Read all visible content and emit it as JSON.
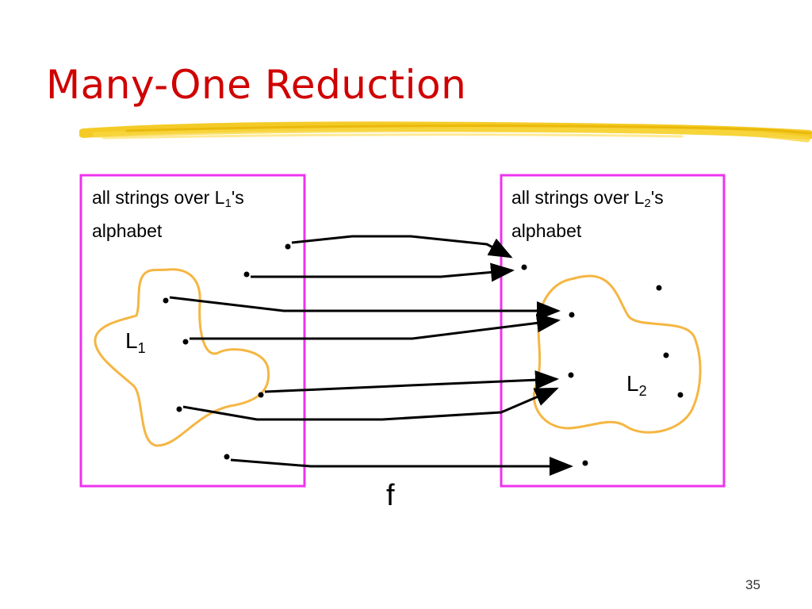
{
  "slide": {
    "title": "Many-One Reduction",
    "page_number": "35"
  },
  "left_set": {
    "label_prefix": "all strings over L",
    "label_sub": "1",
    "label_suffix": "'s",
    "label_line2": "alphabet",
    "language_name": "L",
    "language_sub": "1"
  },
  "right_set": {
    "label_prefix": "all strings over L",
    "label_sub": "2",
    "label_suffix": "'s",
    "label_line2": "alphabet",
    "language_name": "L",
    "language_sub": "2"
  },
  "function_label": "f",
  "colors": {
    "title": "#d00000",
    "set_border": "#ee33ee",
    "language_outline": "#f5b642",
    "highlighter": "#f2c200",
    "arrow": "#000000"
  }
}
